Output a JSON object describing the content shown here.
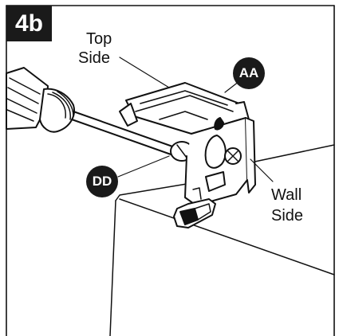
{
  "step": {
    "label": "4b"
  },
  "labels": {
    "top_side_line1": "Top",
    "top_side_line2": "Side",
    "wall_side_line1": "Wall",
    "wall_side_line2": "Side"
  },
  "callouts": {
    "bracket": "AA",
    "screw": "DD"
  }
}
